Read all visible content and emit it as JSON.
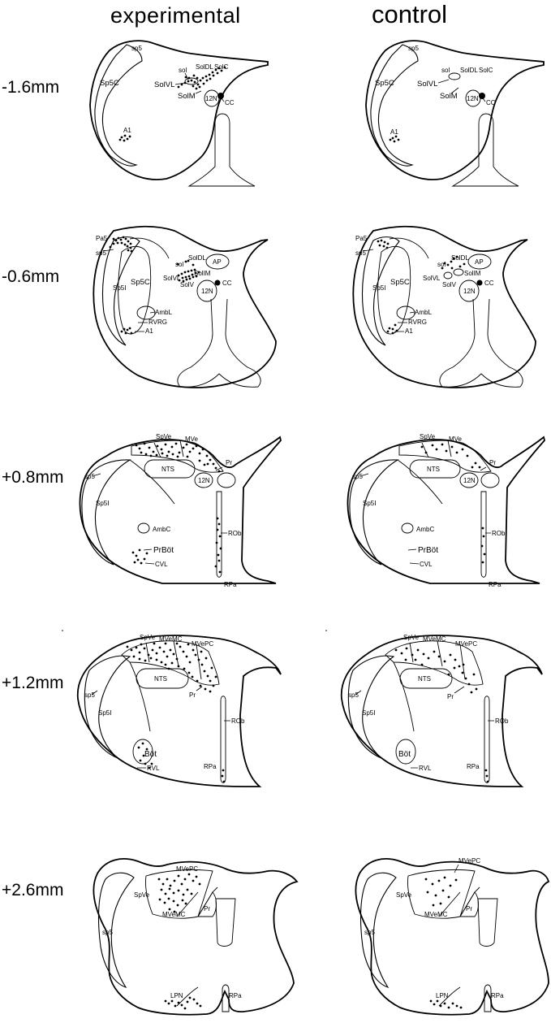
{
  "columns": {
    "experimental": "experimental",
    "control": "control"
  },
  "levels": [
    "-1.6mm",
    "-0.6mm",
    "+0.8mm",
    "+1.2mm",
    "+2.6mm"
  ],
  "labels": {
    "s1": {
      "sp5": "sp5",
      "Sp5C": "Sp5C",
      "sol": "sol",
      "SolDL": "SolDL",
      "SolC": "SolC",
      "SolVL": "SolVL",
      "SolM": "SolM",
      "N12": "12N",
      "CC": "CC",
      "A1": "A1"
    },
    "s2": {
      "Pa5": "Pa5",
      "sp5": "sp5",
      "Sp5I": "Sp5I",
      "Sp5C": "Sp5C",
      "SolDL": "SolDL",
      "AP": "AP",
      "sol": "sol",
      "SolIM": "SolIM",
      "SolVL": "SolVL",
      "SolV": "SolV",
      "N12": "12N",
      "CC": "CC",
      "AmbL": "AmbL",
      "RVRG": "RVRG",
      "A1": "A1"
    },
    "s3": {
      "SpVe": "SpVe",
      "MVe": "MVe",
      "Pr": "Pr",
      "NTS": "NTS",
      "sp5": "sp5",
      "N12": "12N",
      "Sp5I": "Sp5I",
      "AmbC": "AmbC",
      "ROb": "ROb",
      "PrBot": "PrBöt",
      "CVL": "CVL",
      "RPa": "RPa"
    },
    "s4": {
      "SpVe": "SpVe",
      "MVeMC": "MVeMC",
      "MVePC": "MVePC",
      "NTS": "NTS",
      "Pr": "Pr",
      "sp5": "sp5",
      "Sp5I": "Sp5I",
      "ROb": "ROb",
      "Bot": "Böt",
      "RVL": "RVL",
      "RPa": "RPa"
    },
    "s5": {
      "MVePC": "MVePC",
      "SpVe": "SpVe",
      "MVeMC": "MVeMC",
      "Pr": "Pr",
      "sp5": "sp5",
      "LPN": "LPN",
      "RPa": "RPa"
    }
  }
}
